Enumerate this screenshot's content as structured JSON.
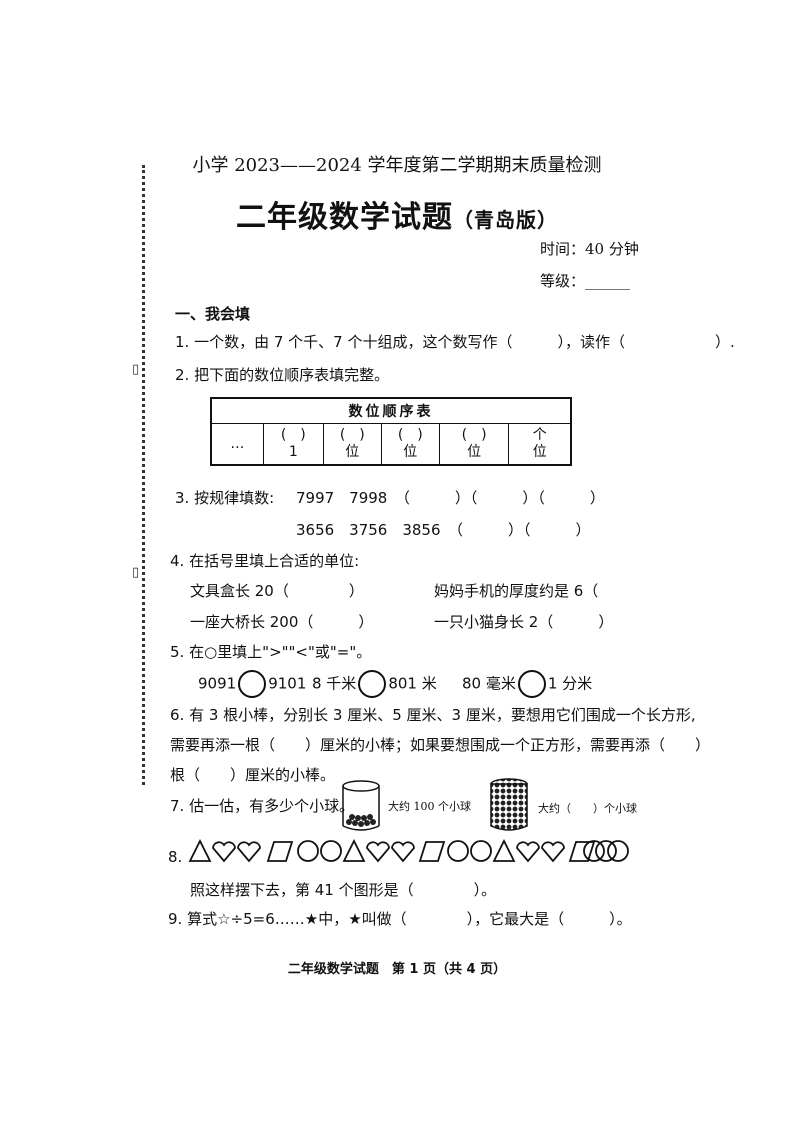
{
  "header": {
    "subtitle": "小学 2023——2024 学年度第二学期期末质量检测",
    "title": "二年级数学试题",
    "edition": "（青岛版）",
    "time": "时间：40 分钟",
    "grade": "等级：______"
  },
  "section1": {
    "heading": "一、我会填",
    "q1": "1. 一个数，由 7 个千、7 个十组成，这个数写作（　　　），读作（　　　　　　）.",
    "q2": "2. 把下面的数位顺序表填完整。",
    "table": {
      "title": "数位顺序表",
      "cells": [
        {
          "top": "…",
          "bottom": ""
        },
        {
          "top": "(　)",
          "bottom": "1"
        },
        {
          "top": "(　)",
          "bottom": "位"
        },
        {
          "top": "(　)",
          "bottom": "位"
        },
        {
          "top": "(　)",
          "bottom": "位"
        },
        {
          "top": "个",
          "bottom": "位"
        }
      ]
    },
    "q3_label": "3. 按规律填数:",
    "q3_row1": "7997　7998　（　　　）（　　　）（　　　）",
    "q3_row2": "3656　3756　3856　（　　　）（　　　）",
    "q4_label": "4. 在括号里填上合适的单位:",
    "q4_a": "文具盒长 20（　　　　）",
    "q4_b": "妈妈手机的厚度约是 6（",
    "q4_c": "一座大桥长 200（　　　）",
    "q4_d": "一只小猫身长 2（　　　）",
    "q5_label": "5. 在○里填上\">\"\"<\"或\"=\"。",
    "q5_a1": "9091",
    "q5_a2": "9101",
    "q5_b1": "8 千米",
    "q5_b2": "801 米",
    "q5_c1": "80 毫米",
    "q5_c2": "1 分米",
    "q6_l1": "6. 有 3 根小棒，分别长 3 厘米、5 厘米、3 厘米，要想用它们围成一个长方形,",
    "q6_l2": "需要再添一根（　　）厘米的小棒；如果要想围成一个正方形，需要再添（　　）",
    "q6_l3": "根（　　）厘米的小棒。",
    "q7_label": "7. 估一估，有多少个小球。",
    "q7_jar1": "大约 100 个小球",
    "q7_jar2": "大约（　　）个小球",
    "q8_num": "8.",
    "q8_text": "照这样摆下去，第 41 个图形是（　　　　）。",
    "q9": "9. 算式☆÷5=6……★中，★叫做（　　　　），它最大是（　　　）。"
  },
  "footer": "二年级数学试题　第 1 页（共 4 页）"
}
